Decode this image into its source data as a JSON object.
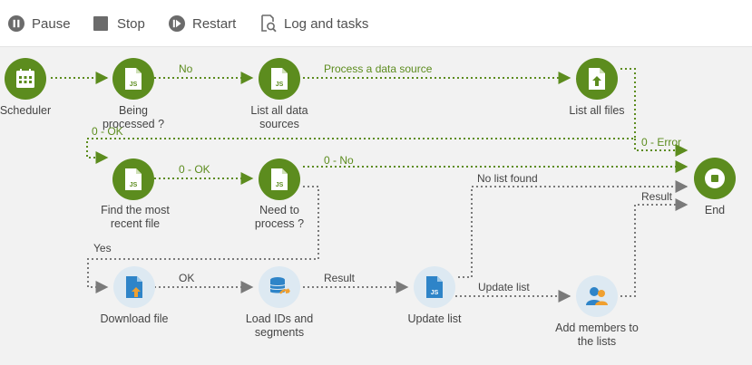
{
  "toolbar": {
    "pause": "Pause",
    "stop": "Stop",
    "restart": "Restart",
    "log": "Log and tasks"
  },
  "colors": {
    "success": "#5c8c1e",
    "neutral": "#7a7a7a",
    "blue_node": "#dde9f2",
    "blue_icon": "#2e84c8"
  },
  "nodes": {
    "scheduler": "Scheduler",
    "being_processed_1": "Being",
    "being_processed_2": "processed ?",
    "list_sources_1": "List all data",
    "list_sources_2": "sources",
    "list_files": "List all files",
    "find_file_1": "Find the most",
    "find_file_2": "recent file",
    "need_process_1": "Need to",
    "need_process_2": "process ?",
    "end": "End",
    "download": "Download file",
    "load_ids_1": "Load IDs and",
    "load_ids_2": "segments",
    "update_list": "Update list",
    "add_members_1": "Add members to",
    "add_members_2": "the lists"
  },
  "transitions": {
    "no": "No",
    "process_source": "Process a data source",
    "zero_ok_left": "0 - OK",
    "zero_error": "0 - Error",
    "zero_ok_mid": "0 - OK",
    "zero_no": "0 - No",
    "no_list_found": "No list found",
    "result_end": "Result",
    "yes": "Yes",
    "ok": "OK",
    "result_load": "Result",
    "update_list": "Update list"
  }
}
